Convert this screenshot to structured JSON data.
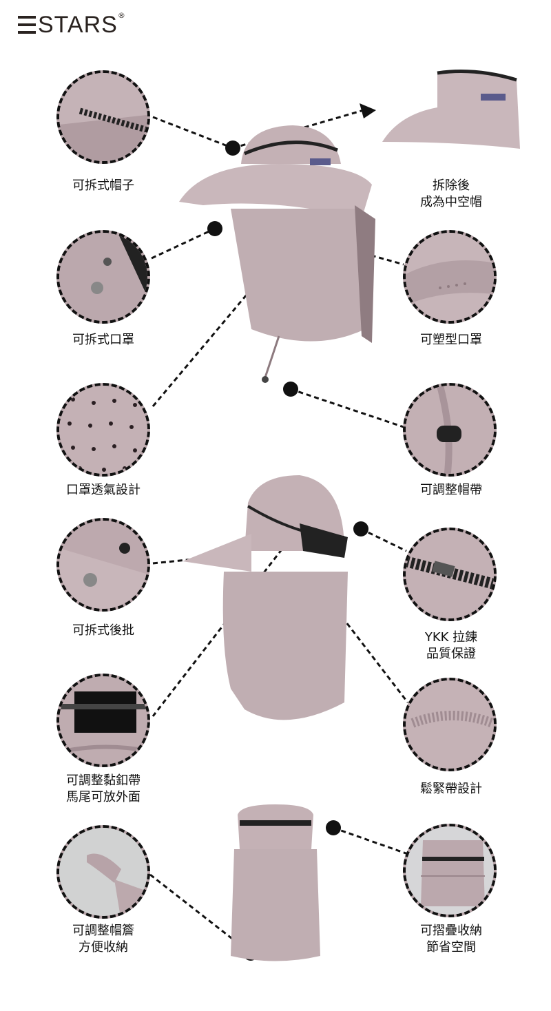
{
  "brand": {
    "name": "STARS",
    "mark": "®"
  },
  "features": [
    {
      "id": "detachable-hat",
      "lines": [
        "可拆式帽子"
      ]
    },
    {
      "id": "hollow-top",
      "lines": [
        "拆除後",
        "成為中空帽"
      ]
    },
    {
      "id": "detachable-mask",
      "lines": [
        "可拆式口罩"
      ]
    },
    {
      "id": "shapeable-mask",
      "lines": [
        "可塑型口罩"
      ]
    },
    {
      "id": "breathable-mask",
      "lines": [
        "口罩透氣設計"
      ]
    },
    {
      "id": "adjustable-strap",
      "lines": [
        "可調整帽帶"
      ]
    },
    {
      "id": "detachable-back",
      "lines": [
        "可拆式後批"
      ]
    },
    {
      "id": "ykk-zipper",
      "lines": [
        "YKK 拉鍊",
        "品質保證"
      ]
    },
    {
      "id": "velcro-strap",
      "lines": [
        "可調整黏釦帶",
        "馬尾可放外面"
      ]
    },
    {
      "id": "elastic-band",
      "lines": [
        "鬆緊帶設計"
      ]
    },
    {
      "id": "adjustable-brim",
      "lines": [
        "可調整帽簷",
        "方便收納"
      ]
    },
    {
      "id": "foldable",
      "lines": [
        "可摺疊收納",
        "節省空間"
      ]
    }
  ],
  "colors": {
    "fabric": "#c4b1b5",
    "fabric_dark": "#a8949a",
    "outline": "#111111"
  }
}
